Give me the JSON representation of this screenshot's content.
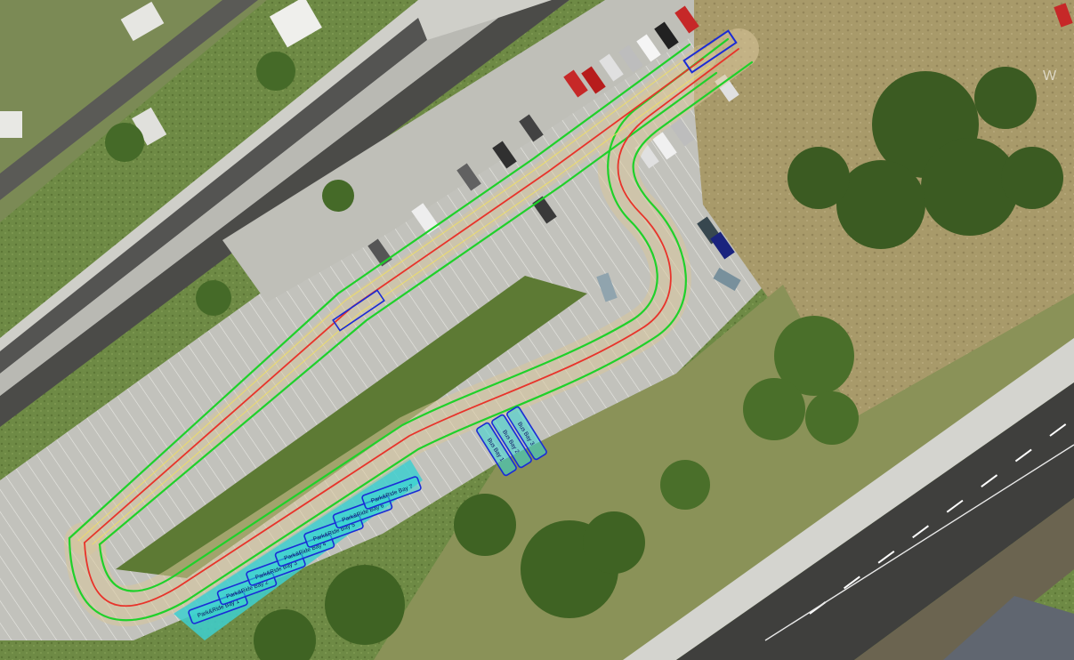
{
  "map": {
    "corner_letter": "W",
    "colors": {
      "vegetation": "#5f7a3a",
      "tree": "#3c5e22",
      "paved": "#c9c9c4",
      "road": "#4a4a4a",
      "path_edge": "#1fd12a",
      "path_center": "#e8332a",
      "bay_outline": "#1a2bd6",
      "bay_fill": "#36d7d4"
    },
    "bus_bays_lower": [
      "Park&Ride Bay 1",
      "Park&Ride Bay 2",
      "Park&Ride Bay 3",
      "Park&Ride Bay 4",
      "Park&Ride Bay 5",
      "Park&Ride Bay 6",
      "Park&Ride Bay 7"
    ],
    "bus_bays_angled": [
      "Bus Bay 1",
      "Bus Bay 2",
      "Bus Bay 3"
    ]
  }
}
